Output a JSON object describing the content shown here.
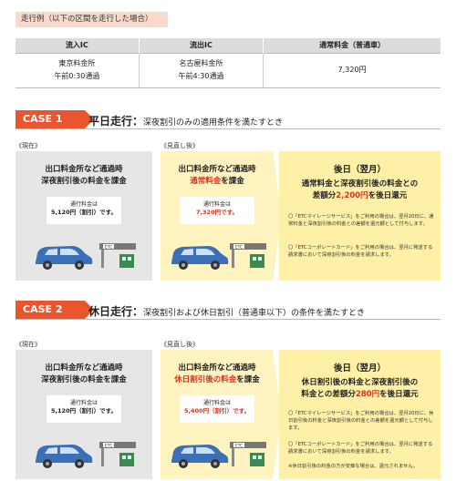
{
  "example_tag": "走行例（以下の区間を走行した場合）",
  "route_table": {
    "headers": [
      "流入IC",
      "流出IC",
      "通常料金（普通車）"
    ],
    "entry_ic": "東京料金所",
    "entry_time": "午前0:30通過",
    "exit_ic": "名古屋料金所",
    "exit_time": "午前4:30通過",
    "normal_fare": "7,320円"
  },
  "labels": {
    "now": "《現在》",
    "new": "《見直し後》",
    "gate_sign": "ETC"
  },
  "case1": {
    "badge": "CASE 1",
    "title_bold": "平日走行：",
    "title_sub": "深夜割引のみの適用条件を満たすとき",
    "now": {
      "line1": "出口料金所など通過時",
      "line2": "深夜割引後の料金を課金",
      "fare_label": "通行料金は",
      "fare_value": "5,120円（割引）です。"
    },
    "new": {
      "line1": "出口料金所など通過時",
      "line2_red": "通常料金",
      "line2_rest": "を課金",
      "fare_label": "通行料金は",
      "fare_value": "7,320円です。"
    },
    "later": {
      "head": "後日（翌月）",
      "line1": "通常料金と深夜割引後の料金との",
      "line2_pre": "差額分",
      "line2_red": "2,200円",
      "line2_post": "を後日還元",
      "note1": "〇「ETCマイレージサービス」をご利用の場合は、翌月20日に、通常料金と深夜割引後の料金との差額を還元額として付与します。",
      "note2": "〇「ETCコーポレートカード」をご利用の場合は、翌月に発送する請求書において深夜割引後の料金を請求します。"
    }
  },
  "case2": {
    "badge": "CASE 2",
    "title_bold": "休日走行：",
    "title_sub": "深夜割引および休日割引（普通車以下）の条件を満たすとき",
    "now": {
      "line1": "出口料金所など通過時",
      "line2": "深夜割引後の料金を課金",
      "fare_label": "通行料金は",
      "fare_value": "5,120円（割引）です。"
    },
    "new": {
      "line1": "出口料金所など通過時",
      "line2_red": "休日割引後の料金",
      "line2_rest": "を課金",
      "fare_label": "通行料金は",
      "fare_value": "5,400円（割引）です。"
    },
    "later": {
      "head": "後日（翌月）",
      "line1": "休日割引後の料金と深夜割引後の",
      "line2_pre": "料金との差額分",
      "line2_red": "280円",
      "line2_post": "を後日還元",
      "note1": "〇「ETCマイレージサービス」をご利用の場合は、翌月20日に、休日割引後の料金と深夜割引後の料金との差額を還元額として付与します。",
      "note2": "〇「ETCコーポレートカード」をご利用の場合は、翌月に発送する請求書において深夜割引後の料金を請求します。",
      "note3": "※休日割引後の料金の方が安価な場合は、還元されません。"
    }
  },
  "colors": {
    "accent": "#e9552c",
    "highlight_red": "#e0301e",
    "car_blue": "#3b6fb8"
  }
}
